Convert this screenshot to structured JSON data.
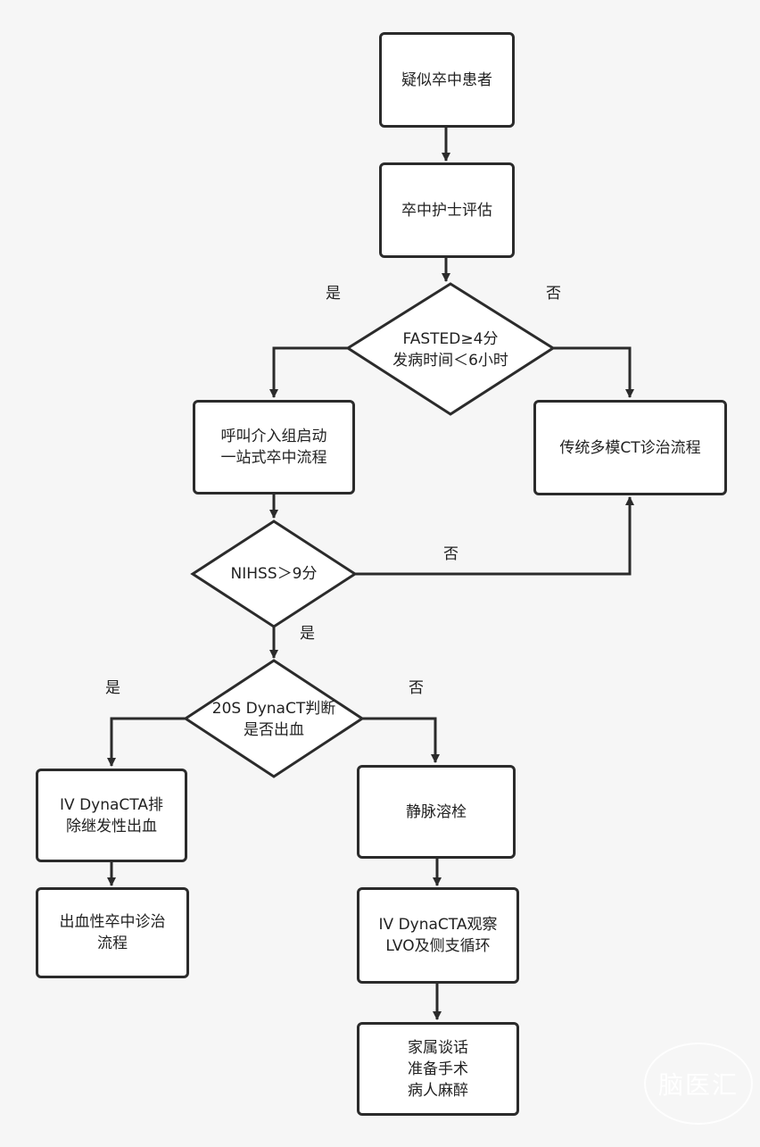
{
  "nodes": {
    "suspected_stroke": "疑似卒中患者",
    "nurse_assessment": "卒中护士评估",
    "fasted_decision": "FASTED≥4分\n发病时间＜6小时",
    "call_intervention": "呼叫介入组启动\n一站式卒中流程",
    "traditional_ct": "传统多模CT诊治流程",
    "nihss_decision": "NIHSS＞9分",
    "dynact_decision": "20S DynaCT判断\n是否出血",
    "iv_dynacta_exclude": "IV DynaCTA排\n除继发性出血",
    "hemorrhagic_flow": "出血性卒中诊治\n流程",
    "iv_thrombolysis": "静脉溶栓",
    "iv_dynacta_observe": "IV DynaCTA观察\nLVO及侧支循环",
    "family_talk": "家属谈话\n准备手术\n病人麻醉"
  },
  "edge_labels": {
    "fasted_yes": "是",
    "fasted_no": "否",
    "nihss_no": "否",
    "nihss_yes": "是",
    "dynact_yes": "是",
    "dynact_no": "否"
  },
  "watermark": "脑医汇"
}
